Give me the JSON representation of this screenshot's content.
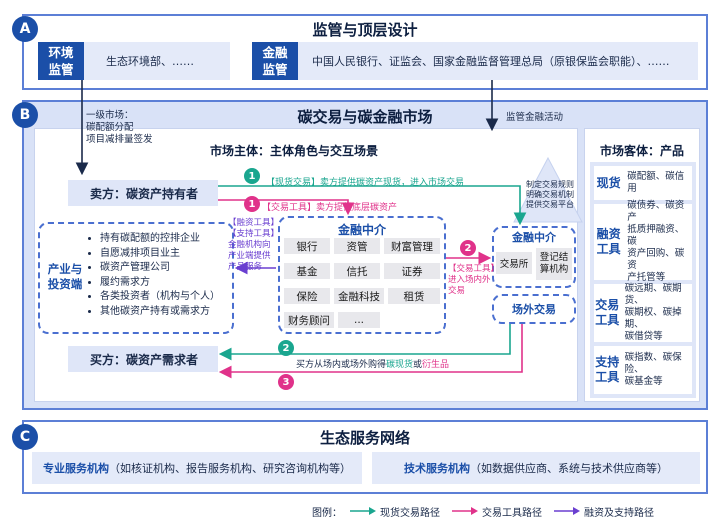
{
  "section_a": {
    "letter": "A",
    "title": "监管与顶层设计",
    "env_tag": "环境\n监管",
    "env_text": "生态环境部、……",
    "fin_tag": "金融\n监管",
    "fin_text": "中国人民银行、证监会、国家金融监督管理总局（原银保监会职能）、……"
  },
  "section_b": {
    "letter": "B",
    "title": "碳交易与碳金融市场",
    "primary_market": "一级市场：\n碳配额分配\n项目减排量签发",
    "supervise": "监管金融活动",
    "subject_title": "市场主体：主体角色与交互场景",
    "seller": "卖方：碳资产持有者",
    "buyer": "买方：碳资产需求者",
    "industry_tag": "产业与\n投资端",
    "industry_items": [
      "持有碳配额的控排企业",
      "自愿减排项目业主",
      "碳资产管理公司",
      "履约需求方",
      "各类投资者（机构与个人）",
      "其他碳资产持有或需求方"
    ],
    "intermediary_title": "金融中介",
    "intermediary_cells": [
      "银行",
      "资管",
      "财富管理",
      "基金",
      "信托",
      "证券",
      "保险",
      "金融科技",
      "租赁",
      "财务顾问",
      "..."
    ],
    "inner_title": "金融中介",
    "inner_cells": [
      "交易所",
      "登记结算机构"
    ],
    "otc": "场外交易",
    "triangle_text": "制定交易规则\n明确交易机制\n提供交易平台",
    "path1_label": "【现货交易】卖方提供碳资产现货，进入市场交易",
    "path3_top_label": "【交易工具】卖方提供底层碳资产",
    "tools_left_label": "【融资工具】\n【支持工具】\n金融机构向\n产业端提供\n产品服务",
    "path2_label": "【交易工具】\n进入场内外\n交易",
    "path2_bottom_label_pre": "买方从场内或场外购得",
    "path2_bottom_spot": "碳现货",
    "path2_bottom_or": "或",
    "path2_bottom_deriv": "衍生品",
    "nums": [
      "1",
      "1",
      "2",
      "2",
      "3"
    ],
    "object_title": "市场客体：产品",
    "objects": [
      {
        "tag": "现货",
        "text": "碳配额、碳信用"
      },
      {
        "tag": "融资\n工具",
        "text": "碳债券、碳资产\n抵质押融资、碳\n资产回购、碳资\n产托管等"
      },
      {
        "tag": "交易\n工具",
        "text": "碳远期、碳期货、\n碳期权、碳掉期、\n碳借贷等"
      },
      {
        "tag": "支持\n工具",
        "text": "碳指数、碳保险、\n碳基金等"
      }
    ]
  },
  "section_c": {
    "letter": "C",
    "title": "生态服务网络",
    "pro_bold": "专业服务机构",
    "pro_rest": "（如核证机构、报告服务机构、研究咨询机构等）",
    "tech_bold": "技术服务机构",
    "tech_rest": "（如数据供应商、系统与技术供应商等）"
  },
  "legend": {
    "title": "图例：",
    "spot": "现货交易路径",
    "tool": "交易工具路径",
    "finance": "融资及支持路径"
  },
  "colors": {
    "accent": "#1b4fa8",
    "spot": "#1aa68f",
    "tool": "#e0328a",
    "finance": "#6a3fd0"
  }
}
